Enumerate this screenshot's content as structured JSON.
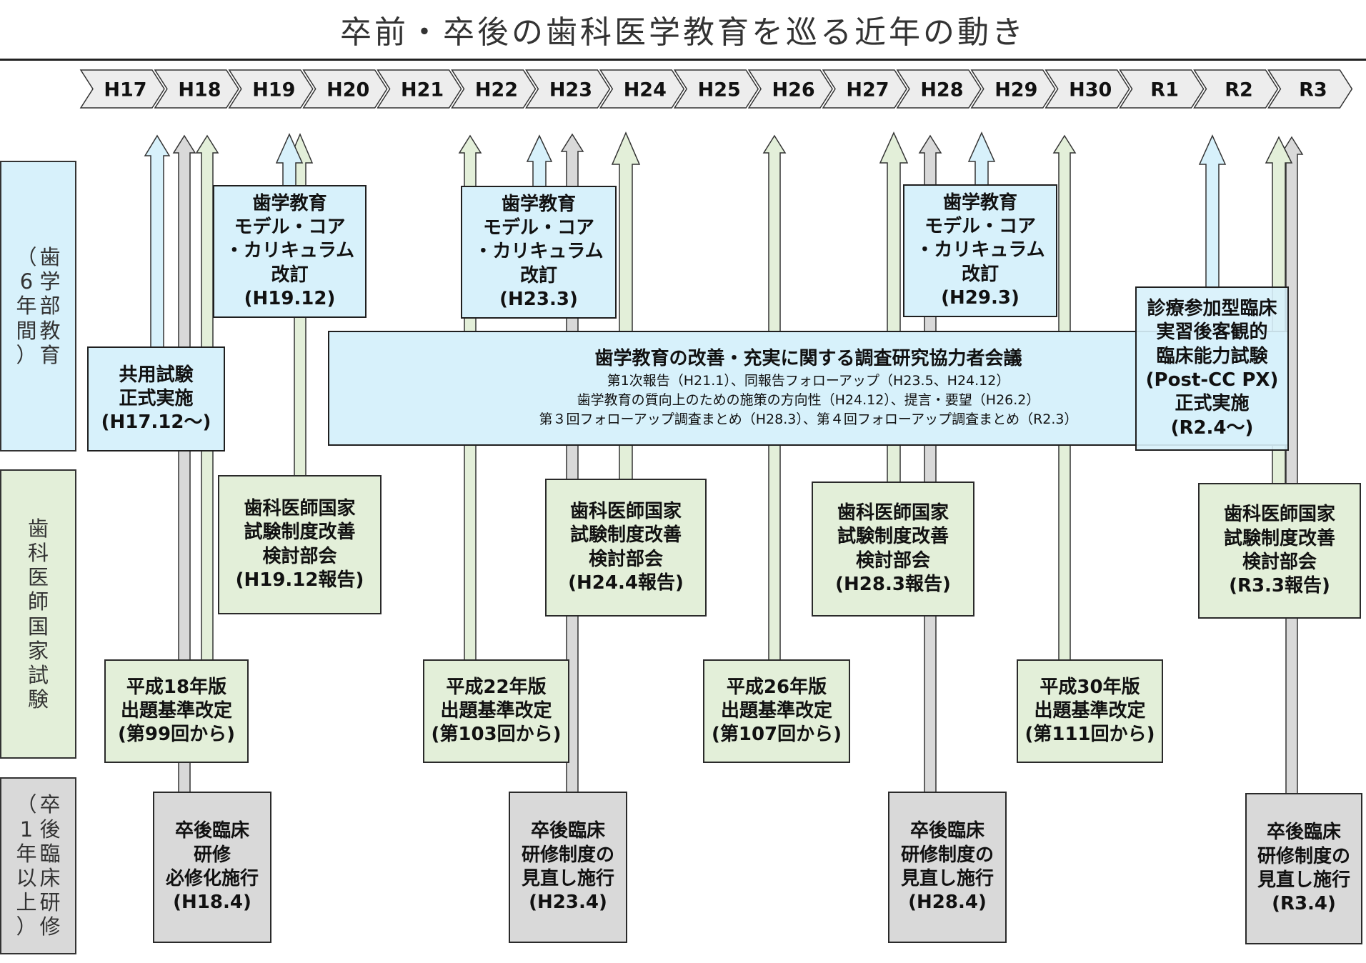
{
  "title": "卒前・卒後の歯科医学教育を巡る近年の動き",
  "years": [
    "H17",
    "H18",
    "H19",
    "H20",
    "H21",
    "H22",
    "H23",
    "H24",
    "H25",
    "H26",
    "H27",
    "H28",
    "H29",
    "H30",
    "R1",
    "R2",
    "R3"
  ],
  "row_labels": {
    "undergrad": {
      "main": "歯学部教育",
      "sub": "（6年間）"
    },
    "exam": {
      "main": "歯科医師国家試験",
      "sub": ""
    },
    "postgrad": {
      "main": "卒後臨床研修",
      "sub": "（1年以上）"
    }
  },
  "colors": {
    "blue": "#d7f1fb",
    "green": "#e3efd9",
    "gray": "#d9d9d9",
    "border": "#333333"
  },
  "boxes": {
    "kyoyo": [
      "共用試験",
      "正式実施",
      "(H17.12～)"
    ],
    "core1": [
      "歯学教育",
      "モデル・コア",
      "・カリキュラム",
      "改訂",
      "(H19.12)"
    ],
    "core2": [
      "歯学教育",
      "モデル・コア",
      "・カリキュラム",
      "改訂",
      "(H23.3)"
    ],
    "core3": [
      "歯学教育",
      "モデル・コア",
      "・カリキュラム",
      "改訂",
      "(H29.3)"
    ],
    "council": {
      "title": "歯学教育の改善・充実に関する調査研究協力者会議",
      "lines": [
        "第1次報告（H21.1）、同報告フォローアップ（H23.5、H24.12）",
        "歯学教育の質向上のための施策の方向性（H24.12）、提言・要望（H26.2）",
        "第３回フォローアップ調査まとめ（H28.3）、第４回フォローアップ調査まとめ（R2.3）"
      ]
    },
    "postcc": [
      "診療参加型臨床",
      "実習後客観的",
      "臨床能力試験",
      "(Post-CC PX)",
      "正式実施",
      "(R2.4～)"
    ],
    "exam_rev1": [
      "歯科医師国家",
      "試験制度改善",
      "検討部会",
      "(H19.12報告)"
    ],
    "exam_rev2": [
      "歯科医師国家",
      "試験制度改善",
      "検討部会",
      "(H24.4報告)"
    ],
    "exam_rev3": [
      "歯科医師国家",
      "試験制度改善",
      "検討部会",
      "(H28.3報告)"
    ],
    "exam_rev4": [
      "歯科医師国家",
      "試験制度改善",
      "検討部会",
      "(R3.3報告)"
    ],
    "criteria1": [
      "平成18年版",
      "出題基準改定",
      "(第99回から)"
    ],
    "criteria2": [
      "平成22年版",
      "出題基準改定",
      "(第103回から)"
    ],
    "criteria3": [
      "平成26年版",
      "出題基準改定",
      "(第107回から)"
    ],
    "criteria4": [
      "平成30年版",
      "出題基準改定",
      "(第111回から)"
    ],
    "training1": [
      "卒後臨床",
      "研修",
      "必修化施行",
      "(H18.4)"
    ],
    "training2": [
      "卒後臨床",
      "研修制度の",
      "見直し施行",
      "(H23.4)"
    ],
    "training3": [
      "卒後臨床",
      "研修制度の",
      "見直し施行",
      "(H28.4)"
    ],
    "training4": [
      "卒後臨床",
      "研修制度の",
      "見直し施行",
      "(R3.4)"
    ]
  }
}
